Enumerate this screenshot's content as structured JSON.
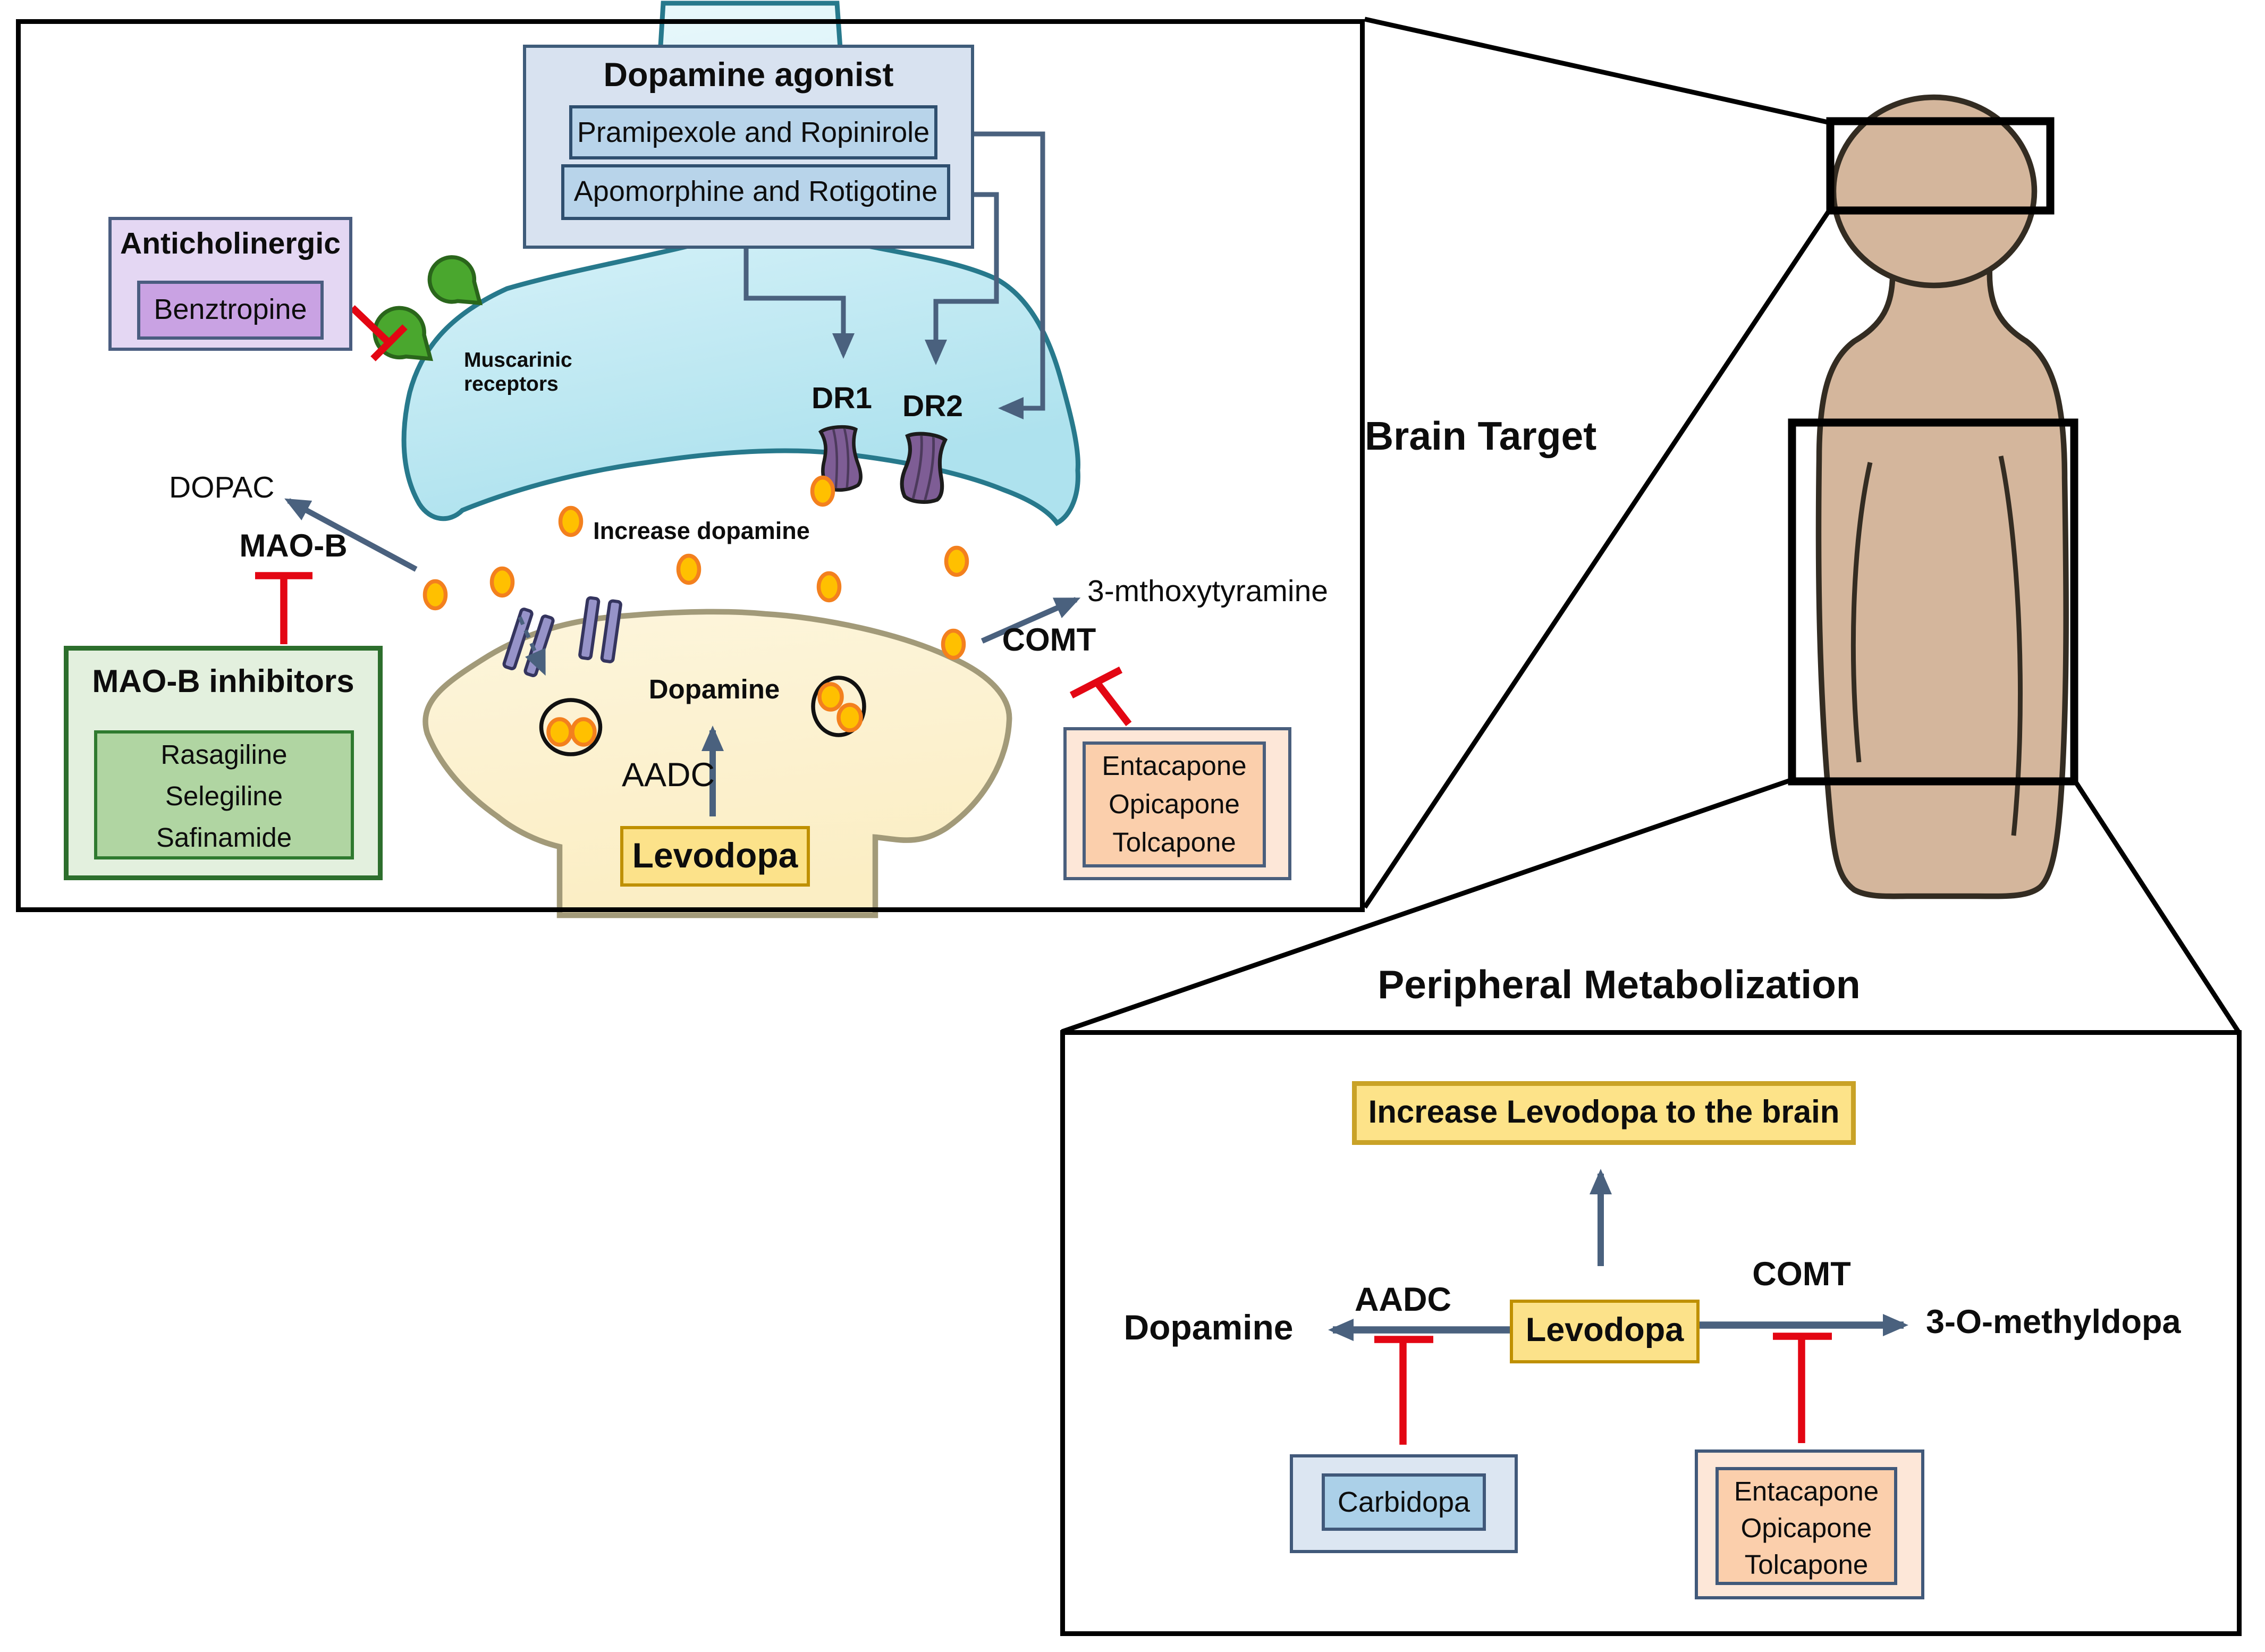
{
  "colors": {
    "inhibition_red": "#e30613",
    "arrow_slate": "#4a617e",
    "agonist_box_bg": "#d8e2f0",
    "agonist_drug_bg": "#b8d4ea",
    "anticholinergic_bg": "#e4d7f3",
    "benztropine_bg": "#c9a2e3",
    "maob_box_bg": "#e3f0de",
    "maob_inner_bg": "#b0d5a2",
    "levodopa_bg": "#fce28a",
    "comt_box_bg": "#fbcfac",
    "carbidopa_bg": "#abd0e8",
    "neuron_cyan": "#bfe8f2",
    "neuron_cream": "#fdf2d2",
    "dopamine_dot": "#ffc000",
    "muscarinic_green": "#4aa72e",
    "receptor_purple": "#7e5d95",
    "body_tan": "#d4b69c"
  },
  "brain_panel": {
    "dopamine_agonist": {
      "title": "Dopamine agonist",
      "drug_groups": [
        "Pramipexole and Ropinirole",
        "Apomorphine and Rotigotine"
      ]
    },
    "anticholinergic": {
      "title": "Anticholinergic",
      "drug": "Benztropine"
    },
    "muscarinic_label": {
      "line1": "Muscarinic",
      "line2": "receptors"
    },
    "dr1": "DR1",
    "dr2": "DR2",
    "dopac": "DOPAC",
    "maob": "MAO-B",
    "maob_inhibitors": {
      "title": "MAO-B inhibitors",
      "drugs": [
        "Rasagiline",
        "Selegiline",
        "Safinamide"
      ]
    },
    "increase_dopamine": "Increase dopamine",
    "dopamine": "Dopamine",
    "aadc": "AADC",
    "levodopa": "Levodopa",
    "comt": "COMT",
    "metabolite": "3-mthoxytyramine",
    "comt_inhibitors": {
      "drugs": [
        "Entacapone",
        "Opicapone",
        "Tolcapone"
      ]
    }
  },
  "figure": {
    "brain_target": "Brain Target"
  },
  "peripheral_panel": {
    "title": "Peripheral Metabolization",
    "outcome_box": "Increase Levodopa to the brain",
    "levodopa": "Levodopa",
    "aadc": "AADC",
    "comt": "COMT",
    "dopamine": "Dopamine",
    "metabolite": "3-O-methyldopa",
    "aadc_inhibitor": "Carbidopa",
    "comt_inhibitors": {
      "drugs": [
        "Entacapone",
        "Opicapone",
        "Tolcapone"
      ]
    }
  }
}
